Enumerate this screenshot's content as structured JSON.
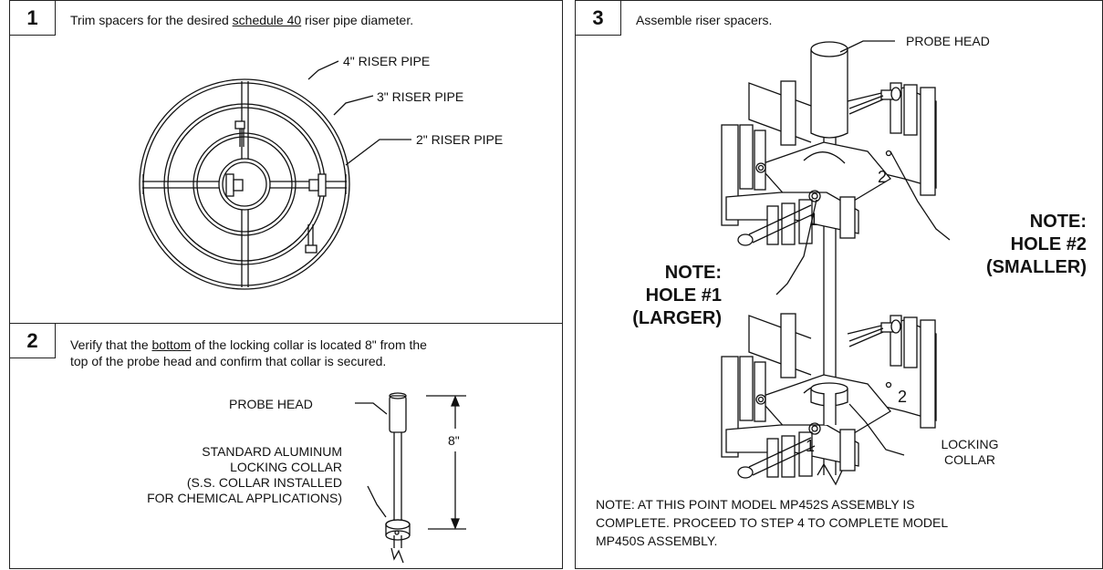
{
  "step1": {
    "number": "1",
    "text_before": "Trim spacers for the desired ",
    "text_underlined": "schedule 40",
    "text_after": " riser pipe diameter.",
    "labels": [
      "4\" RISER PIPE",
      "3\" RISER PIPE",
      "2\" RISER PIPE"
    ]
  },
  "step2": {
    "number": "2",
    "text_part1": "Verify that the ",
    "text_underlined": "bottom",
    "text_part2": " of the locking collar is located 8\" from the",
    "text_line2": "top of the probe head and confirm that collar is secured.",
    "probe_head": "PROBE HEAD",
    "collar_lines": [
      "STANDARD ALUMINUM",
      "LOCKING COLLAR",
      "(S.S. COLLAR INSTALLED",
      "FOR CHEMICAL APPLICATIONS)"
    ],
    "dimension": "8\""
  },
  "step3": {
    "number": "3",
    "text": "Assemble riser spacers.",
    "probe_head": "PROBE HEAD",
    "hole1_note": [
      "NOTE:",
      "HOLE #1",
      "(LARGER)"
    ],
    "hole2_note": [
      "NOTE:",
      "HOLE #2",
      "(SMALLER)"
    ],
    "locking_collar": [
      "LOCKING",
      "COLLAR"
    ],
    "hole_markers": [
      "1",
      "2",
      "2",
      "1"
    ],
    "footnote_lines": [
      "NOTE: AT THIS POINT MODEL MP452S ASSEMBLY IS",
      "COMPLETE. PROCEED TO STEP 4 TO COMPLETE MODEL",
      "MP450S ASSEMBLY."
    ]
  }
}
